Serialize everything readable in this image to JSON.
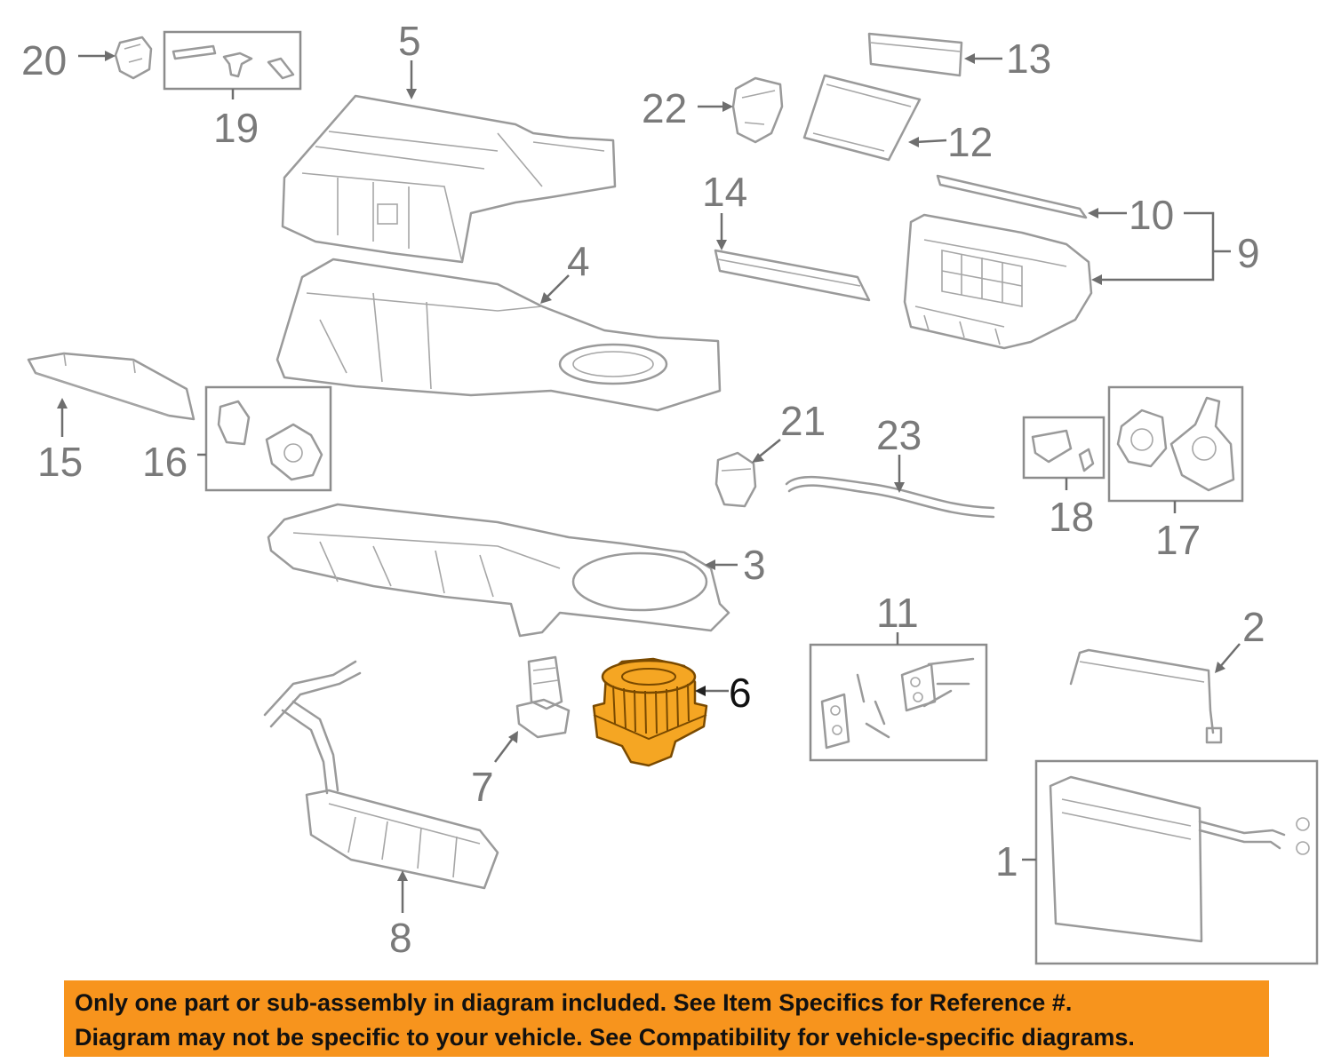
{
  "callouts": {
    "c1": "1",
    "c2": "2",
    "c3": "3",
    "c4": "4",
    "c5": "5",
    "c6": "6",
    "c7": "7",
    "c8": "8",
    "c9": "9",
    "c10": "10",
    "c11": "11",
    "c12": "12",
    "c13": "13",
    "c14": "14",
    "c15": "15",
    "c16": "16",
    "c17": "17",
    "c18": "18",
    "c19": "19",
    "c20": "20",
    "c21": "21",
    "c22": "22",
    "c23": "23"
  },
  "highlighted_part": "6",
  "notice": {
    "line1": "Only one part or sub-assembly in diagram included. See Item Specifics for Reference #.",
    "line2": "Diagram may not be specific to your vehicle. See Compatibility for vehicle-specific diagrams."
  },
  "colors": {
    "highlight": "#f5a623",
    "notice_background": "#f7941d",
    "line_art": "#9a9a9a"
  }
}
